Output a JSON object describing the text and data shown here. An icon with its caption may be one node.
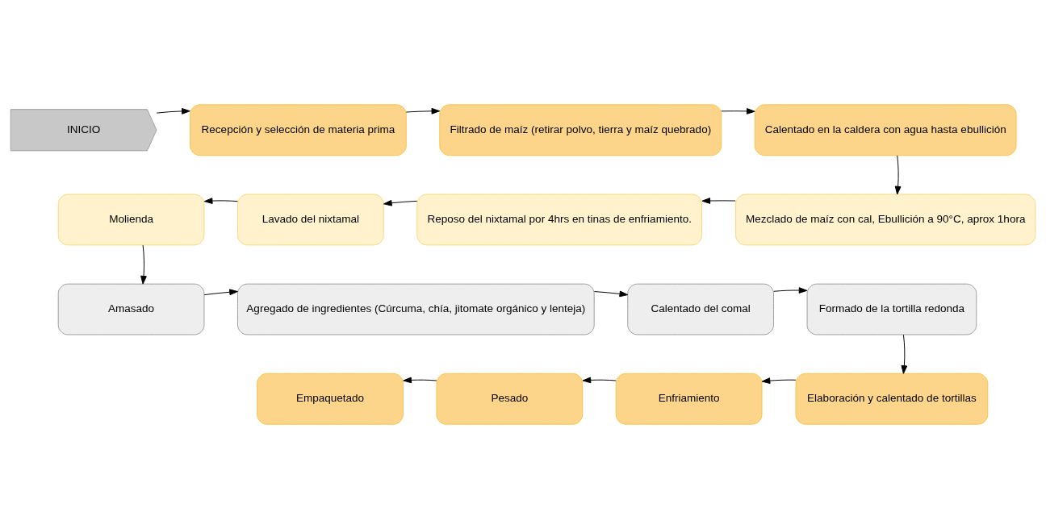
{
  "diagram": {
    "nodes": [
      {
        "text": [
          "INICIO"
        ]
      },
      {
        "text": [
          "Recepción y selección de materia prima"
        ]
      },
      {
        "text": [
          "Filtrado de maíz (retirar polvo, tierra y maíz quebrado)"
        ]
      },
      {
        "text": [
          "Calentado en la caldera con agua hasta ebullición"
        ]
      },
      {
        "text": [
          "Mezclado de maíz con cal, Ebullición a 90°C, aprox 1hora"
        ]
      },
      {
        "text": [
          "Reposo del nixtamal por 4hrs en tinas de enfriamiento."
        ]
      },
      {
        "text": [
          "Lavado del nixtamal"
        ]
      },
      {
        "text": [
          "Molienda"
        ]
      },
      {
        "text": [
          "Amasado"
        ]
      },
      {
        "text": [
          "Agregado de ingredientes (Cúrcuma, chía, jitomate orgánico y lenteja)"
        ]
      },
      {
        "text": [
          "Calentado del comal"
        ]
      },
      {
        "text": [
          "Formado de la tortilla redonda"
        ]
      },
      {
        "text": [
          "Elaboración y calentado de tortillas"
        ]
      },
      {
        "text": [
          "Enfriamiento"
        ]
      },
      {
        "text": [
          "Pesado"
        ]
      },
      {
        "text": [
          "Empaquetado"
        ]
      }
    ],
    "edges": [
      {
        "from": 0,
        "to": 1,
        "arrow": "to"
      },
      {
        "from": 1,
        "to": 2,
        "arrow": "to"
      },
      {
        "from": 2,
        "to": 3,
        "arrow": "to"
      },
      {
        "from": 3,
        "to": 4,
        "arrow": "to"
      },
      {
        "from": 4,
        "to": 5,
        "arrow": "to"
      },
      {
        "from": 5,
        "to": 6,
        "arrow": "to"
      },
      {
        "from": 6,
        "to": 7,
        "arrow": "to"
      },
      {
        "from": 7,
        "to": 8,
        "arrow": "to"
      },
      {
        "from": 8,
        "to": 9,
        "arrow": "to"
      },
      {
        "from": 9,
        "to": 10,
        "arrow": "to"
      },
      {
        "from": 10,
        "to": 11,
        "arrow": "to"
      },
      {
        "from": 11,
        "to": 12,
        "arrow": "to"
      },
      {
        "from": 12,
        "to": 13,
        "arrow": "to"
      },
      {
        "from": 13,
        "to": 14,
        "arrow": "to"
      },
      {
        "from": 14,
        "to": 15,
        "arrow": "to"
      }
    ]
  }
}
